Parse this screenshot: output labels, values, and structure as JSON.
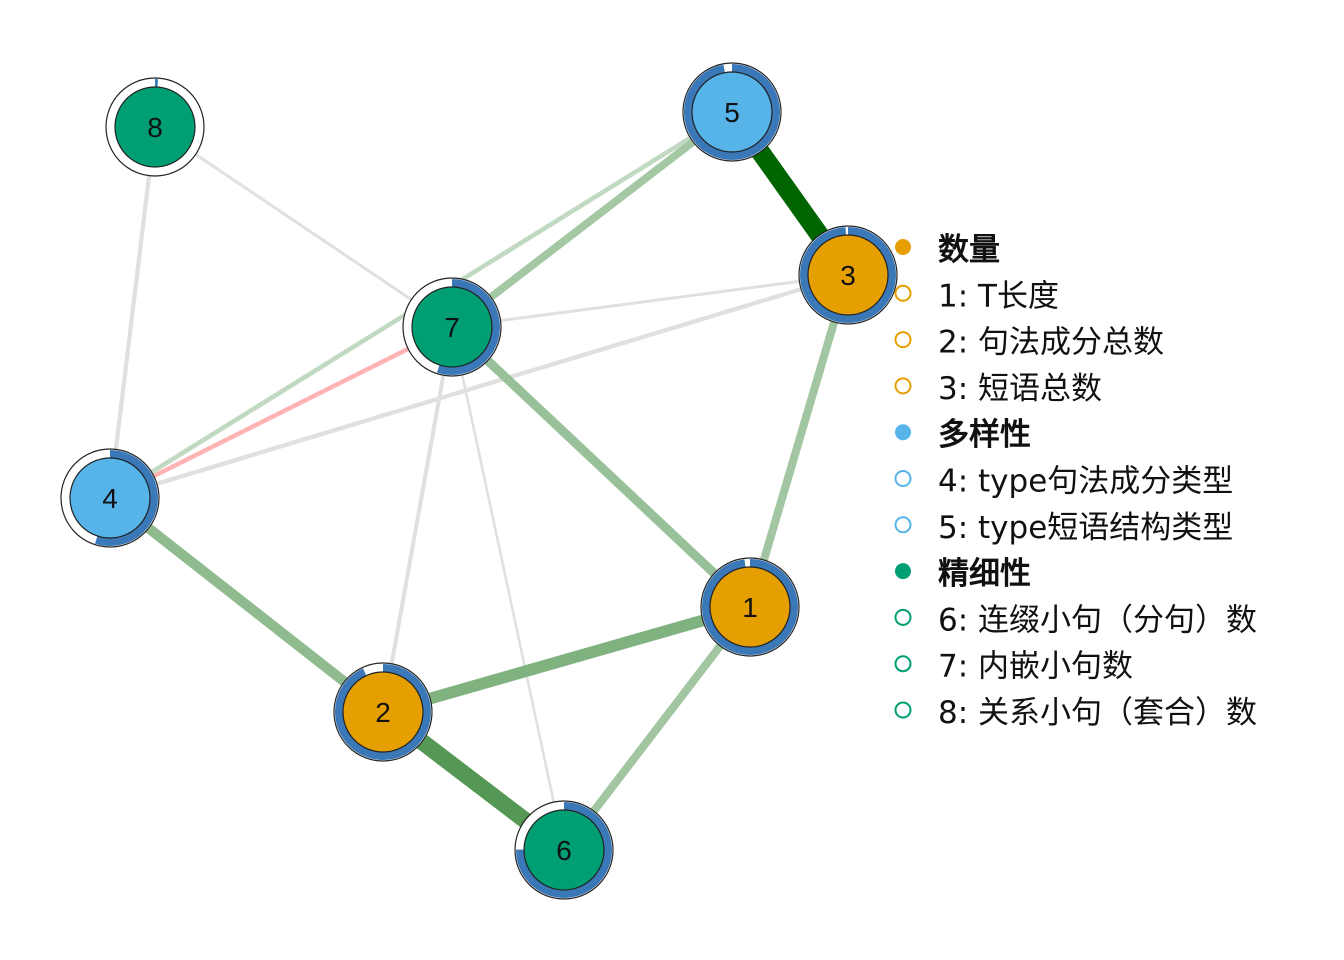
{
  "colors": {
    "group_quantity": "#E69F00",
    "group_diversity": "#56B4E9",
    "group_refinement": "#009E73",
    "node_ring": "#3A78B8",
    "positive_edge": "#2E7D32",
    "neutral_edge": "#E0E0E0",
    "negative_edge": "#FFB3B3"
  },
  "nodes": [
    {
      "id": "1",
      "label": "1",
      "group": "quantity",
      "ring_fraction": 0.98
    },
    {
      "id": "2",
      "label": "2",
      "group": "quantity",
      "ring_fraction": 0.93
    },
    {
      "id": "3",
      "label": "3",
      "group": "quantity",
      "ring_fraction": 0.99
    },
    {
      "id": "4",
      "label": "4",
      "group": "diversity",
      "ring_fraction": 0.55
    },
    {
      "id": "5",
      "label": "5",
      "group": "diversity",
      "ring_fraction": 0.97
    },
    {
      "id": "6",
      "label": "6",
      "group": "refinement",
      "ring_fraction": 0.75
    },
    {
      "id": "7",
      "label": "7",
      "group": "refinement",
      "ring_fraction": 0.55
    },
    {
      "id": "8",
      "label": "8",
      "group": "refinement",
      "ring_fraction": 0.01
    }
  ],
  "edges": [
    {
      "from": "5",
      "to": "3",
      "sign": "positive",
      "weight": 1.0
    },
    {
      "from": "2",
      "to": "6",
      "sign": "positive",
      "weight": 0.85
    },
    {
      "from": "2",
      "to": "1",
      "sign": "positive",
      "weight": 0.55
    },
    {
      "from": "4",
      "to": "2",
      "sign": "positive",
      "weight": 0.45
    },
    {
      "from": "7",
      "to": "1",
      "sign": "positive",
      "weight": 0.38
    },
    {
      "from": "3",
      "to": "1",
      "sign": "positive",
      "weight": 0.32
    },
    {
      "from": "6",
      "to": "1",
      "sign": "positive",
      "weight": 0.32
    },
    {
      "from": "7",
      "to": "5",
      "sign": "positive",
      "weight": 0.3
    },
    {
      "from": "4",
      "to": "7",
      "sign": "negative",
      "weight": 0.3
    },
    {
      "from": "4",
      "to": "3",
      "sign": "neutral",
      "weight": 0.3
    },
    {
      "from": "8",
      "to": "4",
      "sign": "neutral",
      "weight": 0.28
    },
    {
      "from": "7",
      "to": "2",
      "sign": "neutral",
      "weight": 0.25
    },
    {
      "from": "4",
      "to": "5",
      "sign": "positive",
      "weight": 0.1
    },
    {
      "from": "7",
      "to": "3",
      "sign": "neutral",
      "weight": 0.12
    },
    {
      "from": "8",
      "to": "7",
      "sign": "neutral",
      "weight": 0.12
    },
    {
      "from": "7",
      "to": "6",
      "sign": "neutral",
      "weight": 0.08
    }
  ],
  "legend": {
    "groups": [
      {
        "key": "quantity",
        "title": "数量",
        "items": [
          "1: T长度",
          "2: 句法成分总数",
          "3: 短语总数"
        ]
      },
      {
        "key": "diversity",
        "title": "多样性",
        "items": [
          "4: type句法成分类型",
          "5: type短语结构类型"
        ]
      },
      {
        "key": "refinement",
        "title": "精细性",
        "items": [
          "6: 连缀小句（分句）数",
          "7: 内嵌小句数",
          "8: 关系小句（套合）数"
        ]
      }
    ]
  }
}
